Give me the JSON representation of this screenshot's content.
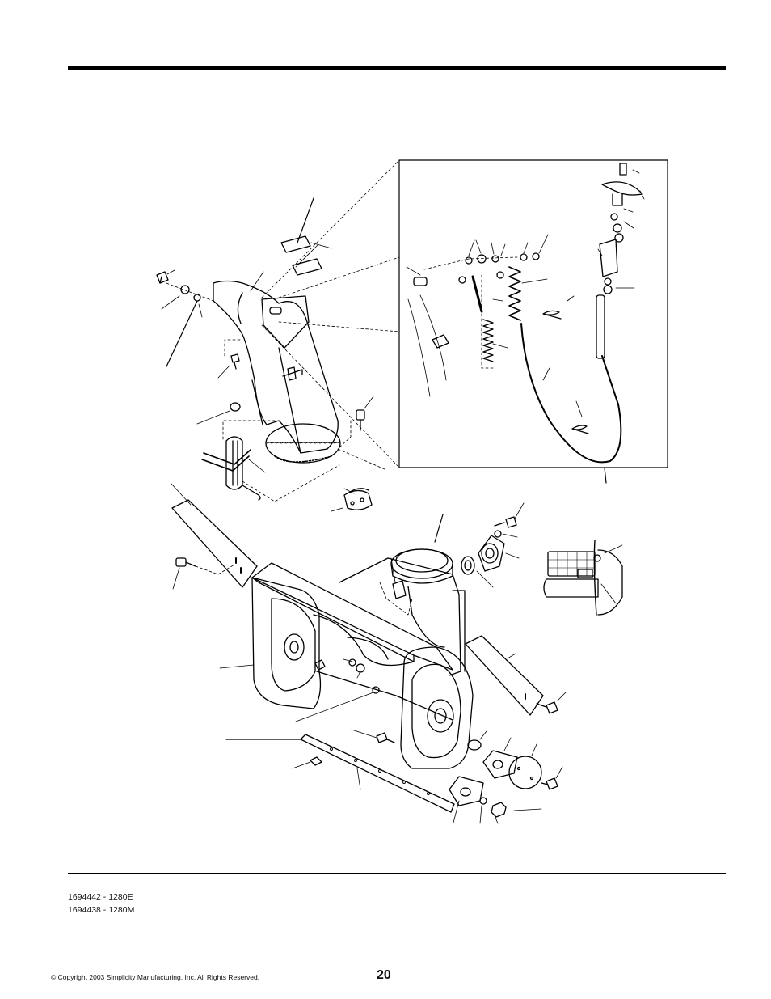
{
  "footer": {
    "models": [
      "1694442 - 1280E",
      "1694438 - 1280M"
    ],
    "copyright": "© Copyright 2003 Simplicity Manufacturing, Inc. All Rights Reserved.",
    "page_number": "20"
  }
}
